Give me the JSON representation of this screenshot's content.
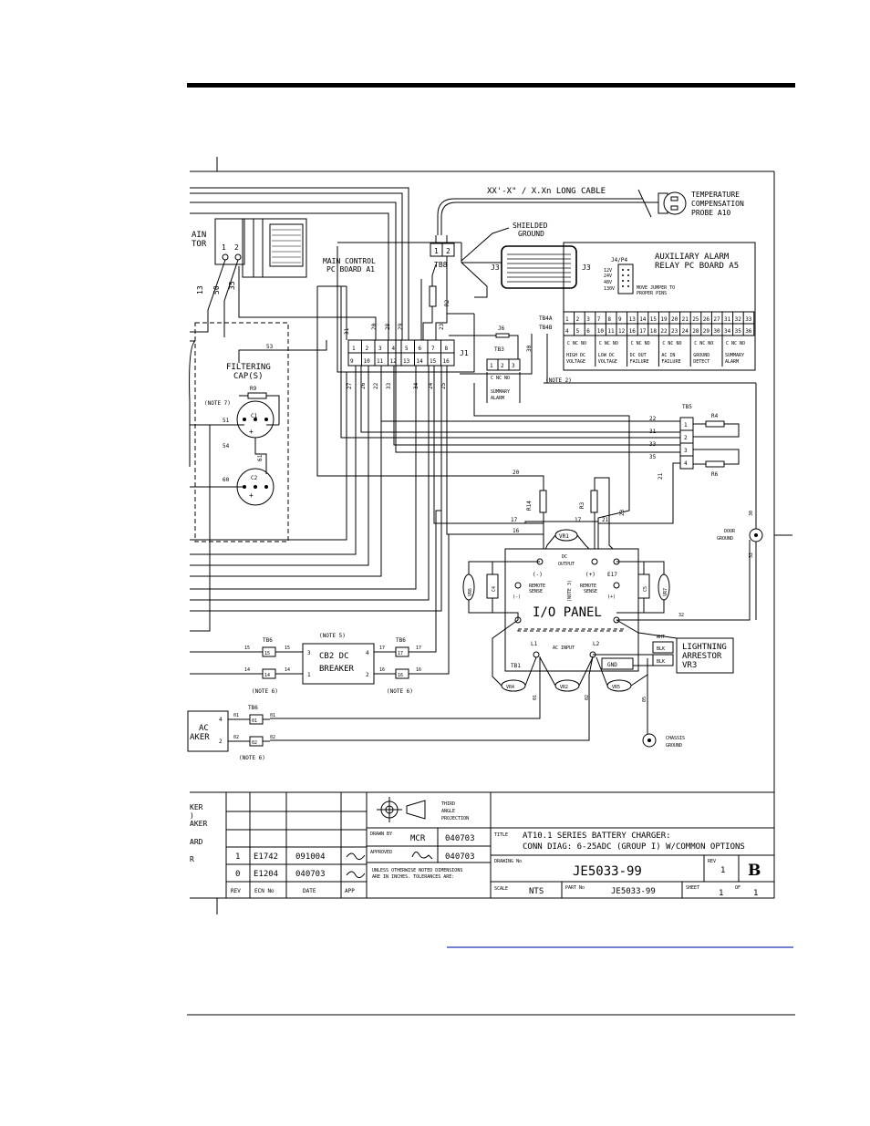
{
  "wires": {
    "cable": "XX'-X\" / X.Xn LONG CABLE",
    "w13": "13",
    "w50": "50",
    "w35": "35",
    "w53": "53",
    "w51": "51",
    "w54": "54",
    "w60": "60",
    "w61": "61",
    "w31": "31",
    "w20": "20",
    "w28": "28",
    "w29": "29",
    "w23": "23",
    "w30": "30",
    "w27": "27",
    "w26": "26",
    "w22": "22",
    "w33": "33",
    "w34": "34",
    "w24": "24",
    "w25": "25",
    "w22b": "22",
    "w31b": "31",
    "w33b": "33",
    "w35b": "35",
    "w21": "21",
    "w20b": "20",
    "w17": "17",
    "w16": "16",
    "w17b": "17",
    "w21b": "21",
    "w23b": "23",
    "w15a": "15",
    "w15b": "15",
    "w14a": "14",
    "w14b": "14",
    "w17c": "17",
    "w17d": "17",
    "w16c": "16",
    "w16d": "16",
    "w01a": "01",
    "w01b": "01",
    "w02a": "02",
    "w02b": "02",
    "w01v": "01",
    "w02v": "02",
    "w05": "05",
    "w30b": "30",
    "w32": "32",
    "w32b": "32"
  },
  "labels": {
    "temp_probe": [
      "TEMPERATURE",
      "COMPENSATION",
      "PROBE A10"
    ],
    "shielded": [
      "SHIELDED",
      "GROUND"
    ],
    "tb8": "TB8",
    "tb8_1": "1",
    "tb8_2": "2",
    "main_xfmr": [
      "AIN",
      "TOR"
    ],
    "xfmr_1": "1",
    "xfmr_2": "2",
    "main_ctrl": [
      "MAIN CONTROL",
      "PC BOARD A1"
    ],
    "r2": "R2",
    "j6": "J6",
    "tb3": "TB3",
    "j1": "J1",
    "j3a": "J3",
    "j3b": "J3",
    "aux_alarm": [
      "AUXILIARY ALARM",
      "RELAY PC BOARD A5"
    ],
    "j4p4": "J4/P4",
    "jumper_v": [
      "12V",
      "24V",
      "48V",
      "130V"
    ],
    "jumper_note": [
      "MOVE JUMPER TO",
      "PROPER PINS"
    ],
    "tb4a": "TB4A",
    "tb4b": "TB4B",
    "tb4a_terms": [
      "1",
      "2",
      "3",
      "7",
      "8",
      "9",
      "13",
      "14",
      "15",
      "19",
      "20",
      "21",
      "25",
      "26",
      "27",
      "31",
      "32",
      "33"
    ],
    "tb4b_terms": [
      "4",
      "5",
      "6",
      "10",
      "11",
      "12",
      "16",
      "17",
      "18",
      "22",
      "23",
      "24",
      "28",
      "29",
      "30",
      "34",
      "35",
      "36"
    ],
    "cnc": "C NC NO",
    "alarm_groups": [
      [
        "HIGH DC",
        "VOLTAGE"
      ],
      [
        "LOW DC",
        "VOLTAGE"
      ],
      [
        "DC OUT",
        "FAILURE"
      ],
      [
        "AC IN",
        "FAILURE"
      ],
      [
        "GROUND",
        "DETECT"
      ],
      [
        "SUMMARY",
        "ALARM"
      ]
    ],
    "tb3_terms": [
      "1",
      "2",
      "3"
    ],
    "summary_alarm": [
      "SUMMARY",
      "ALARM"
    ],
    "note2": "(NOTE 2)",
    "j1_top": [
      "1",
      "2",
      "3",
      "4",
      "5",
      "6",
      "7",
      "8"
    ],
    "j1_bot": [
      "9",
      "10",
      "11",
      "12",
      "13",
      "14",
      "15",
      "16"
    ],
    "filtering": [
      "FILTERING",
      "CAP(S)"
    ],
    "r9": "R9",
    "note7": "(NOTE 7)",
    "c1": "C1",
    "c2": "C2",
    "plus1": "+",
    "plus2": "+",
    "tb5": "TB5",
    "tb5_terms": [
      "1",
      "2",
      "3",
      "4"
    ],
    "r4": "R4",
    "r6": "R6",
    "r14": "R14",
    "r3": "R3",
    "vr1": "VR1",
    "dc_output": [
      "DC",
      "OUTPUT"
    ],
    "minus": "(-)",
    "plusp": "(+)",
    "e17": "E17",
    "vr6": "VR6",
    "c4": "C4",
    "c5": "C5",
    "vr7": "VR7",
    "remote1": [
      "REMOTE",
      "SENSE",
      "(-)"
    ],
    "remote2": [
      "REMOTE",
      "SENSE",
      "(+)"
    ],
    "note3": "(NOTE 3)",
    "io_panel": "I/O PANEL",
    "l1": "L1",
    "l2": "L2",
    "ac_input": "AC INPUT",
    "tb1": "TB1",
    "gnd": "GND",
    "vr4": "VR4",
    "vr2": "VR2",
    "vr5": "VR5",
    "wht": "WHT",
    "blk1": "BLK",
    "blk2": "BLK",
    "lightning": [
      "LIGHTNING",
      "ARRESTOR",
      "VR3"
    ],
    "door_ground": [
      "DOOR",
      "GROUND"
    ],
    "chassis": [
      "CHASSIS",
      "GROUND"
    ],
    "tb6a": "TB6",
    "tb6b": "TB6",
    "tb6c": "TB6",
    "tb6_15": "15",
    "tb6_14": "14",
    "tb6_17": "17",
    "tb6_16": "16",
    "tb6_01": "01",
    "tb6_02": "02",
    "note5": "(NOTE 5)",
    "note6a": "(NOTE 6)",
    "note6b": "(NOTE 6)",
    "note6c": "(NOTE 6)",
    "cb2": [
      "CB2 DC",
      "BREAKER"
    ],
    "cb_3": "3",
    "cb_1": "1",
    "cb_4": "4",
    "cb_2": "2",
    "acbrk": [
      "AC",
      "AKER"
    ],
    "acbrk_4": "4",
    "acbrk_2": "2"
  },
  "title_block": {
    "left_partial": [
      "KER",
      ")",
      "AKER",
      "ARD",
      "R"
    ],
    "rev_rows": [
      [
        "1",
        "E1742",
        "091004",
        ""
      ],
      [
        "0",
        "E1204",
        "040703",
        ""
      ]
    ],
    "rev_headers": [
      "REV",
      "ECN No",
      "DATE",
      "APP"
    ],
    "projection": [
      "THIRD",
      "ANGLE",
      "PROJECTION"
    ],
    "drawn_by_label": "DRAWN BY",
    "drawn_by": "MCR",
    "drawn_date": "040703",
    "approved_label": "APPROVED",
    "approved_date": "040703",
    "tolerance_note": [
      "UNLESS OTHERWISE NOTED DIMENSIONS",
      "ARE IN INCHES. TOLERANCES ARE:"
    ],
    "title_label": "TITLE",
    "title_line1": "AT10.1 SERIES BATTERY CHARGER:",
    "title_line2": "CONN DIAG: 6-25ADC (GROUP I) W/COMMON OPTIONS",
    "drawing_no_label": "DRAWING No",
    "drawing_no": "JE5033-99",
    "rev_label": "REV",
    "rev": "1",
    "rev_letter": "B",
    "scale_label": "SCALE",
    "scale": "NTS",
    "part_no_label": "PART No",
    "part_no": "JE5033-99",
    "sheet_label": "SHEET",
    "sheet": "1",
    "of_label": "OF",
    "of": "1"
  }
}
